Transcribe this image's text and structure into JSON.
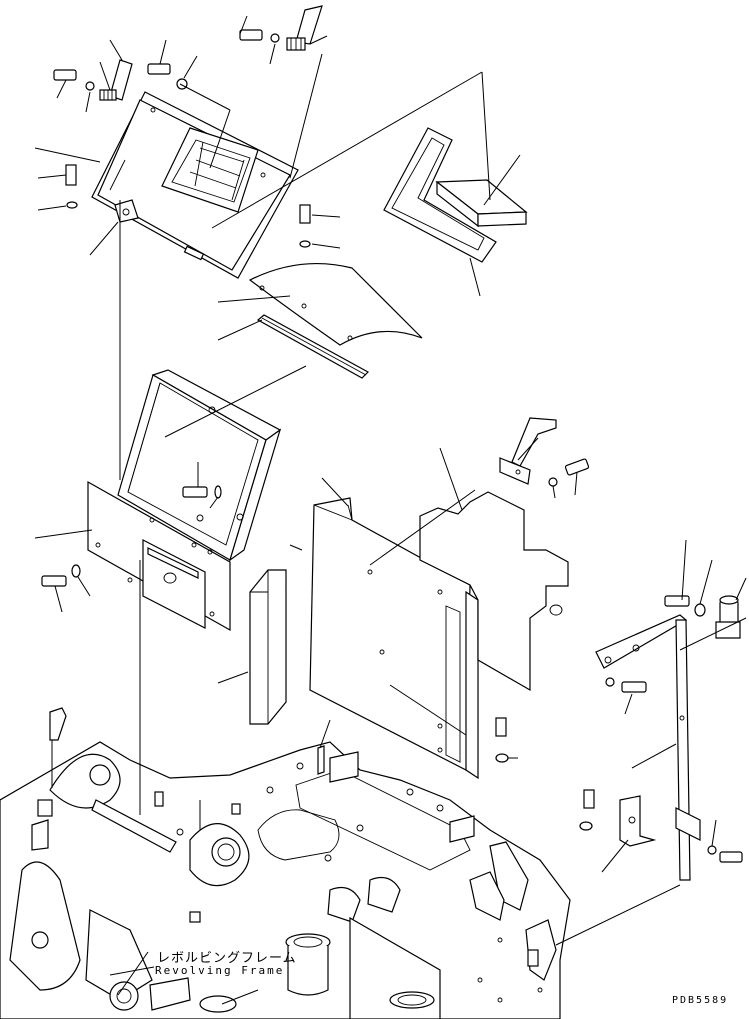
{
  "diagram": {
    "callouts": {
      "revolving_frame_ja": "レボルビングフレーム",
      "revolving_frame_en": "Revolving Frame"
    },
    "drawing_number": "PDB5589"
  }
}
